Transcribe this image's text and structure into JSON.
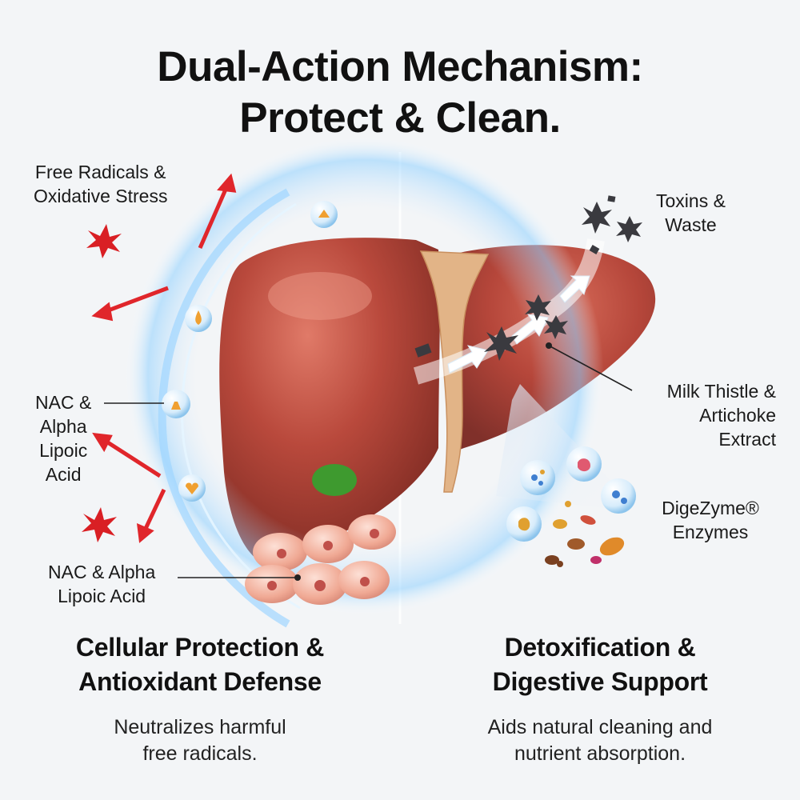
{
  "title": {
    "line1": "Dual-Action Mechanism:",
    "line2": "Protect & Clean."
  },
  "left": {
    "label_radicals": [
      "Free Radicals &",
      "Oxidative Stress"
    ],
    "label_nac_upper": [
      "NAC &",
      "Alpha",
      "Lipoic",
      "Acid"
    ],
    "label_nac_lower": [
      "NAC & Alpha",
      "Lipoic Acid"
    ],
    "heading": [
      "Cellular Protection &",
      "Antioxidant Defense"
    ],
    "description": [
      "Neutralizes harmful",
      "free radicals."
    ]
  },
  "right": {
    "label_toxins": [
      "Toxins &",
      "Waste"
    ],
    "label_milk_thistle": [
      "Milk Thistle &",
      "Artichoke",
      "Extract"
    ],
    "label_enzymes": [
      "DigeZyme®",
      "Enzymes"
    ],
    "heading": [
      "Detoxification &",
      "Digestive Support"
    ],
    "description": [
      "Aids natural cleaning and",
      "nutrient absorption."
    ]
  },
  "colors": {
    "liver": "#b5463a",
    "liver_highlight": "#d9695a",
    "shield_glow": "#7fc4ff",
    "radical_red": "#e0262b",
    "gallbladder": "#3e9a2f",
    "bile_duct": "#e2b487",
    "cells": "#f2b7a8"
  },
  "icons": [
    "free-radical-icon",
    "shield-bubble-icon",
    "toxin-particle-icon",
    "enzyme-bubble-icon",
    "cell-icon",
    "flow-arrow-icon"
  ]
}
